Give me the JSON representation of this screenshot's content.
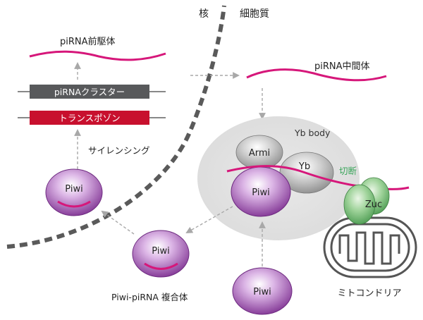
{
  "labels": {
    "nucleus": "核",
    "cytoplasm": "細胞質",
    "precursor": "piRNA前駆体",
    "intermediate": "piRNA中間体",
    "cluster": "piRNAクラスター",
    "transposon": "トランスポゾン",
    "silencing": "サイレンシング",
    "yb_body": "Yb body",
    "armi": "Armi",
    "yb": "Yb",
    "cleavage": "切断",
    "zuc": "Zuc",
    "piwi_nucleus": "Piwi",
    "piwi_complex_node": "Piwi",
    "piwi_yb": "Piwi",
    "piwi_free": "Piwi",
    "complex_caption": "Piwi-piRNA 複合体",
    "mitochondria": "ミトコンドリア"
  },
  "colors": {
    "rna": "#d6177a",
    "cluster_bar": "#58595b",
    "transposon_bar": "#c8102e",
    "piwi": "#8b3f9c",
    "yb_body_bg": "#e6e6e6",
    "zuc": "#6ab46c",
    "cleavage_text": "#3aa55a",
    "boundary": "#555555"
  }
}
